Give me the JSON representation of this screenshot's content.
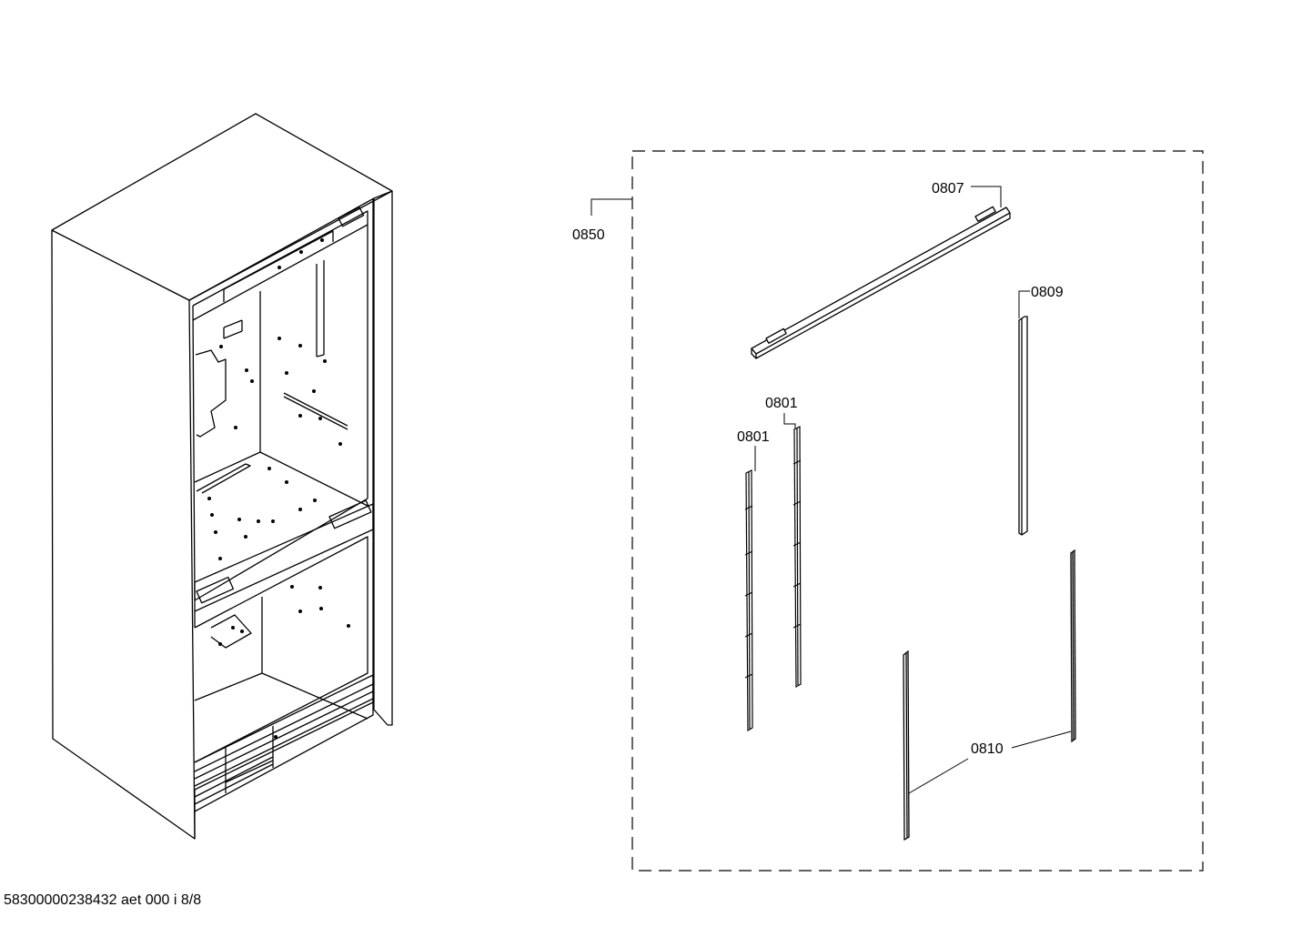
{
  "parts": {
    "p0850": "0850",
    "p0807": "0807",
    "p0809": "0809",
    "p0801a": "0801",
    "p0801b": "0801",
    "p0810": "0810"
  },
  "footer": {
    "code": "58300000238432 aet 000 i 8/8"
  },
  "colors": {
    "line": "#000000",
    "background": "#ffffff"
  }
}
